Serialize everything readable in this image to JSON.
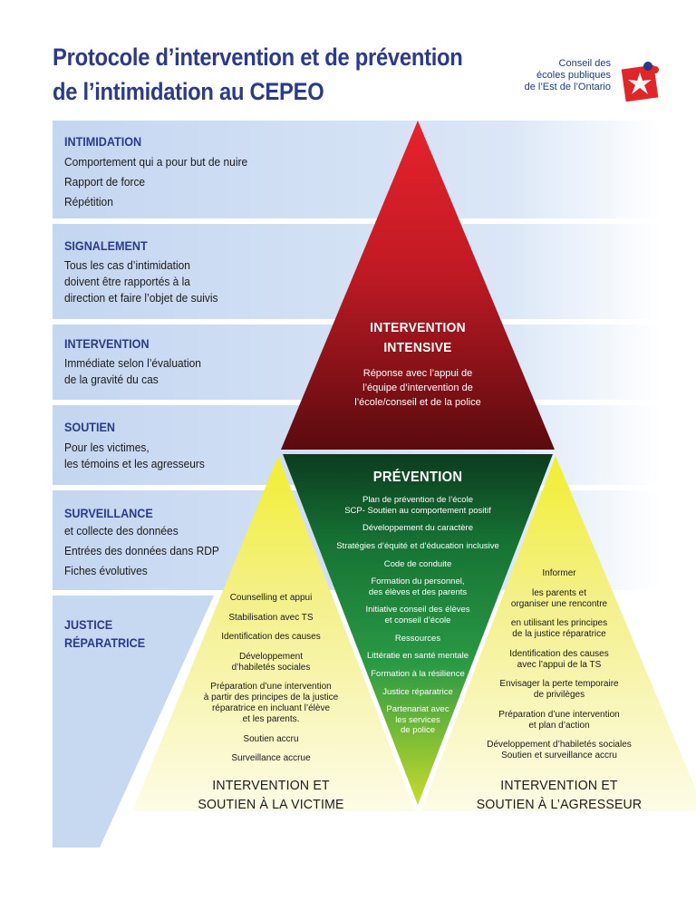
{
  "title": {
    "line1": "Protocole d’intervention et de prévention",
    "line2": "de l’intimidation au CEPEO"
  },
  "logo": {
    "line1": "Conseil des",
    "line2": "écoles publiques",
    "line3": "de l’Est de l’Ontario"
  },
  "bands": [
    {
      "heading": "INTIMIDATION",
      "lines": [
        "Comportement qui a pour but de nuire",
        "Rapport de force",
        "Répétition"
      ]
    },
    {
      "heading": "SIGNALEMENT",
      "lines": [
        "Tous les cas d’intimidation",
        "doivent être rapportés à la",
        "direction et faire l’objet de suivis"
      ]
    },
    {
      "heading": "INTERVENTION",
      "lines": [
        "Immédiate selon l’évaluation",
        "de la gravité du cas"
      ]
    },
    {
      "heading": "SOUTIEN",
      "lines": [
        "Pour les victimes,",
        "les témoins et les agresseurs"
      ]
    },
    {
      "heading": "SURVEILLANCE",
      "lines": [
        "et collecte des données",
        "Entrées des données dans RDP",
        "Fiches évolutives"
      ]
    },
    {
      "heading_line1": "JUSTICE",
      "heading_line2": "RÉPARATRICE"
    }
  ],
  "intensive": {
    "head1": "INTERVENTION",
    "head2": "INTENSIVE",
    "line1": "Réponse avec l’appui de",
    "line2": "l’équipe d’intervention de",
    "line3": "l’école/conseil et de la police"
  },
  "prevention": {
    "head": "PRÉVENTION",
    "items": [
      [
        "Plan de prévention de l’école",
        "SCP- Soutien au comportement positif"
      ],
      [
        "Développement du caractère"
      ],
      [
        "Stratégies d’équité et d’éducation inclusive"
      ],
      [
        "Code de conduite"
      ],
      [
        "Formation du personnel,",
        "des élèves et des parents"
      ],
      [
        "Initiative conseil des élèves",
        "et conseil d’école"
      ],
      [
        "Ressources"
      ],
      [
        "Littératie en santé mentale"
      ],
      [
        "Formation à la résilience"
      ],
      [
        "Justice réparatrice"
      ],
      [
        "Partenariat avec",
        "les services",
        "de police"
      ]
    ]
  },
  "victim": {
    "items": [
      [
        "Counselling et appui"
      ],
      [
        "Stabilisation avec TS"
      ],
      [
        "Identification des causes"
      ],
      [
        "Développement",
        "d’habiletés sociales"
      ],
      [
        "Préparation d’une intervention",
        "à partir des principes de la justice",
        "réparatrice en incluant l’élève",
        "et les parents."
      ],
      [
        "Soutien accru"
      ],
      [
        "Surveillance accrue"
      ]
    ],
    "foot1": "INTERVENTION ET",
    "foot2": "SOUTIEN À LA VICTIME"
  },
  "aggressor": {
    "items": [
      [
        "Informer"
      ],
      [
        "les parents et",
        "organiser une rencontre"
      ],
      [
        "en utilisant les principes",
        "de la justice réparatrice"
      ],
      [
        "Identification des causes",
        "avec l’appui de la TS"
      ],
      [
        "Envisager la perte temporaire",
        "de privilèges"
      ],
      [
        "Préparation d’une intervention",
        "et plan d’action"
      ],
      [
        "Développement d’habiletés sociales",
        "Soutien  et surveillance accru"
      ]
    ],
    "foot1": "INTERVENTION ET",
    "foot2": "SOUTIEN À L’AGRESSEUR"
  },
  "colors": {
    "title_blue": "#2b3a8c",
    "band_blue": "#c9daf2",
    "red": "#d4202a",
    "dark_red": "#6e0d10",
    "green": "#1f8a3c",
    "lime": "#b7d12b",
    "yellow": "#ecec3a"
  }
}
